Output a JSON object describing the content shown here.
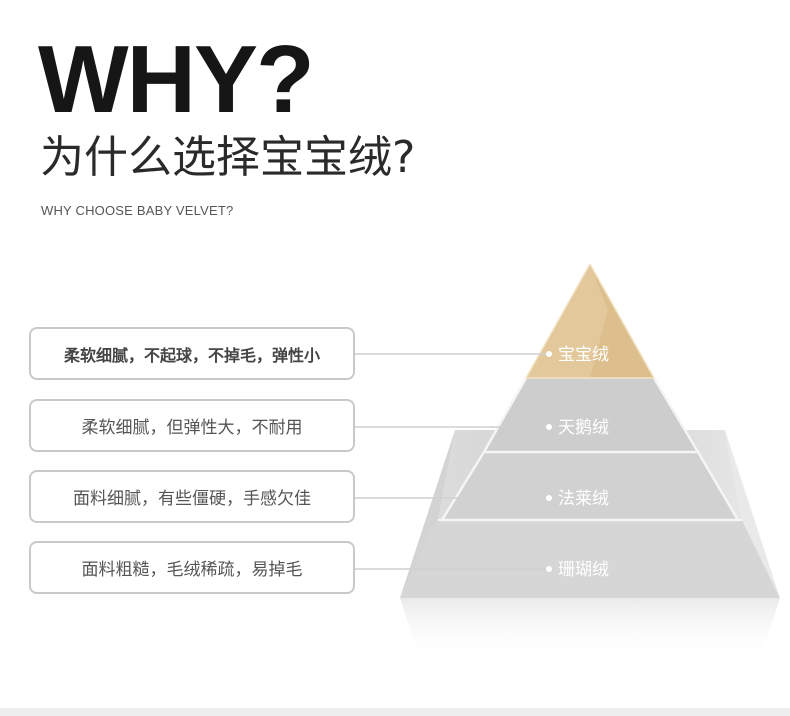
{
  "header": {
    "why": "WHY?",
    "title_cn": "为什么选择宝宝绒?",
    "subtitle": "WHY CHOOSE BABY VELVET?"
  },
  "comparisons": [
    {
      "tier": "宝宝绒",
      "description": "柔软细腻，不起球，不掉毛，弹性小"
    },
    {
      "tier": "天鹅绒",
      "description": "柔软细腻，但弹性大，不耐用"
    },
    {
      "tier": "法莱绒",
      "description": "面料细腻，有些僵硬，手感欠佳"
    },
    {
      "tier": "珊瑚绒",
      "description": "面料粗糙，毛绒稀疏，易掉毛"
    }
  ],
  "colors": {
    "top_tier": "#dcbf8c",
    "pyramid": "#d8d8d8",
    "box_border": "#c9c9c9"
  }
}
